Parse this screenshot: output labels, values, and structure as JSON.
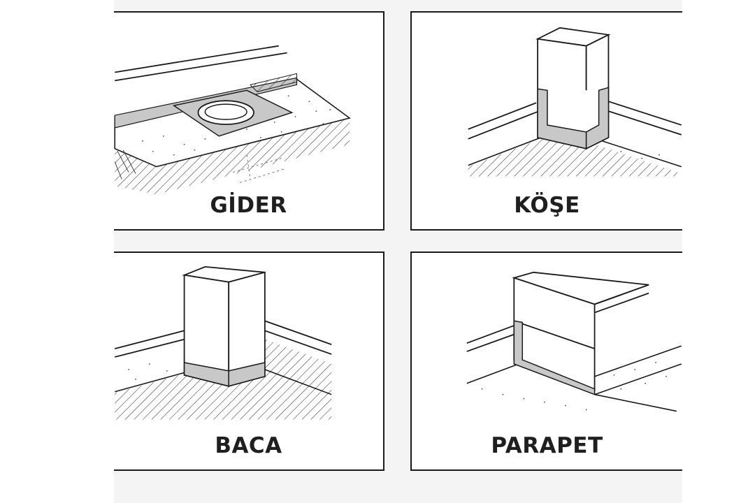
{
  "panels": [
    {
      "id": "gider",
      "label": "GİDER"
    },
    {
      "id": "kose",
      "label": "KÖŞE"
    },
    {
      "id": "baca",
      "label": "BACA"
    },
    {
      "id": "parapet",
      "label": "PARAPET"
    }
  ],
  "colors": {
    "line": "#1a1a1a",
    "membrane": "#c8c8c8",
    "background": "#f4f4f4",
    "panel": "#ffffff"
  }
}
